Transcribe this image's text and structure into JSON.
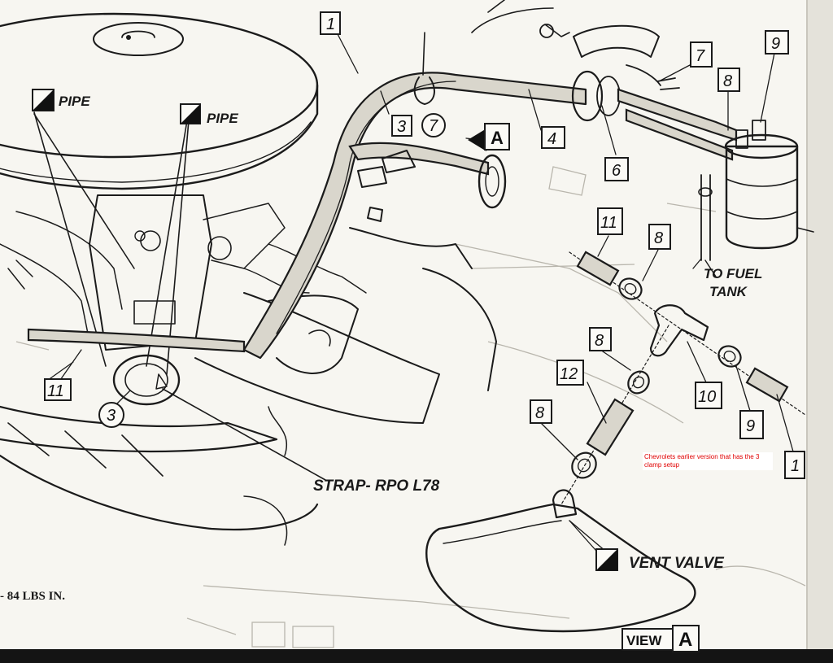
{
  "labels": {
    "pipe_left": "PIPE",
    "pipe_right": "PIPE",
    "strap": "STRAP- RPO L78",
    "to_fuel_tank_line1": "TO FUEL",
    "to_fuel_tank_line2": "TANK",
    "vent_valve": "VENT VALVE",
    "view_word": "VIEW",
    "view_letter": "A",
    "arrow_letter": "A",
    "torque": "- 84   LBS IN.",
    "note": "Chevrolets earlier version that has the 3 clamp setup"
  },
  "callouts": {
    "c1_top": "1",
    "c3_hose": "3",
    "c7_circle": "7",
    "c4": "4",
    "c6": "6",
    "c7_box": "7",
    "c8_top": "8",
    "c9_top": "9",
    "c11_left": "11",
    "c3_circle": "3",
    "c11_exploded": "11",
    "c8_a": "8",
    "c8_b": "8",
    "c12": "12",
    "c8_c": "8",
    "c10": "10",
    "c9_bottom": "9",
    "c1_bottom": "1"
  }
}
